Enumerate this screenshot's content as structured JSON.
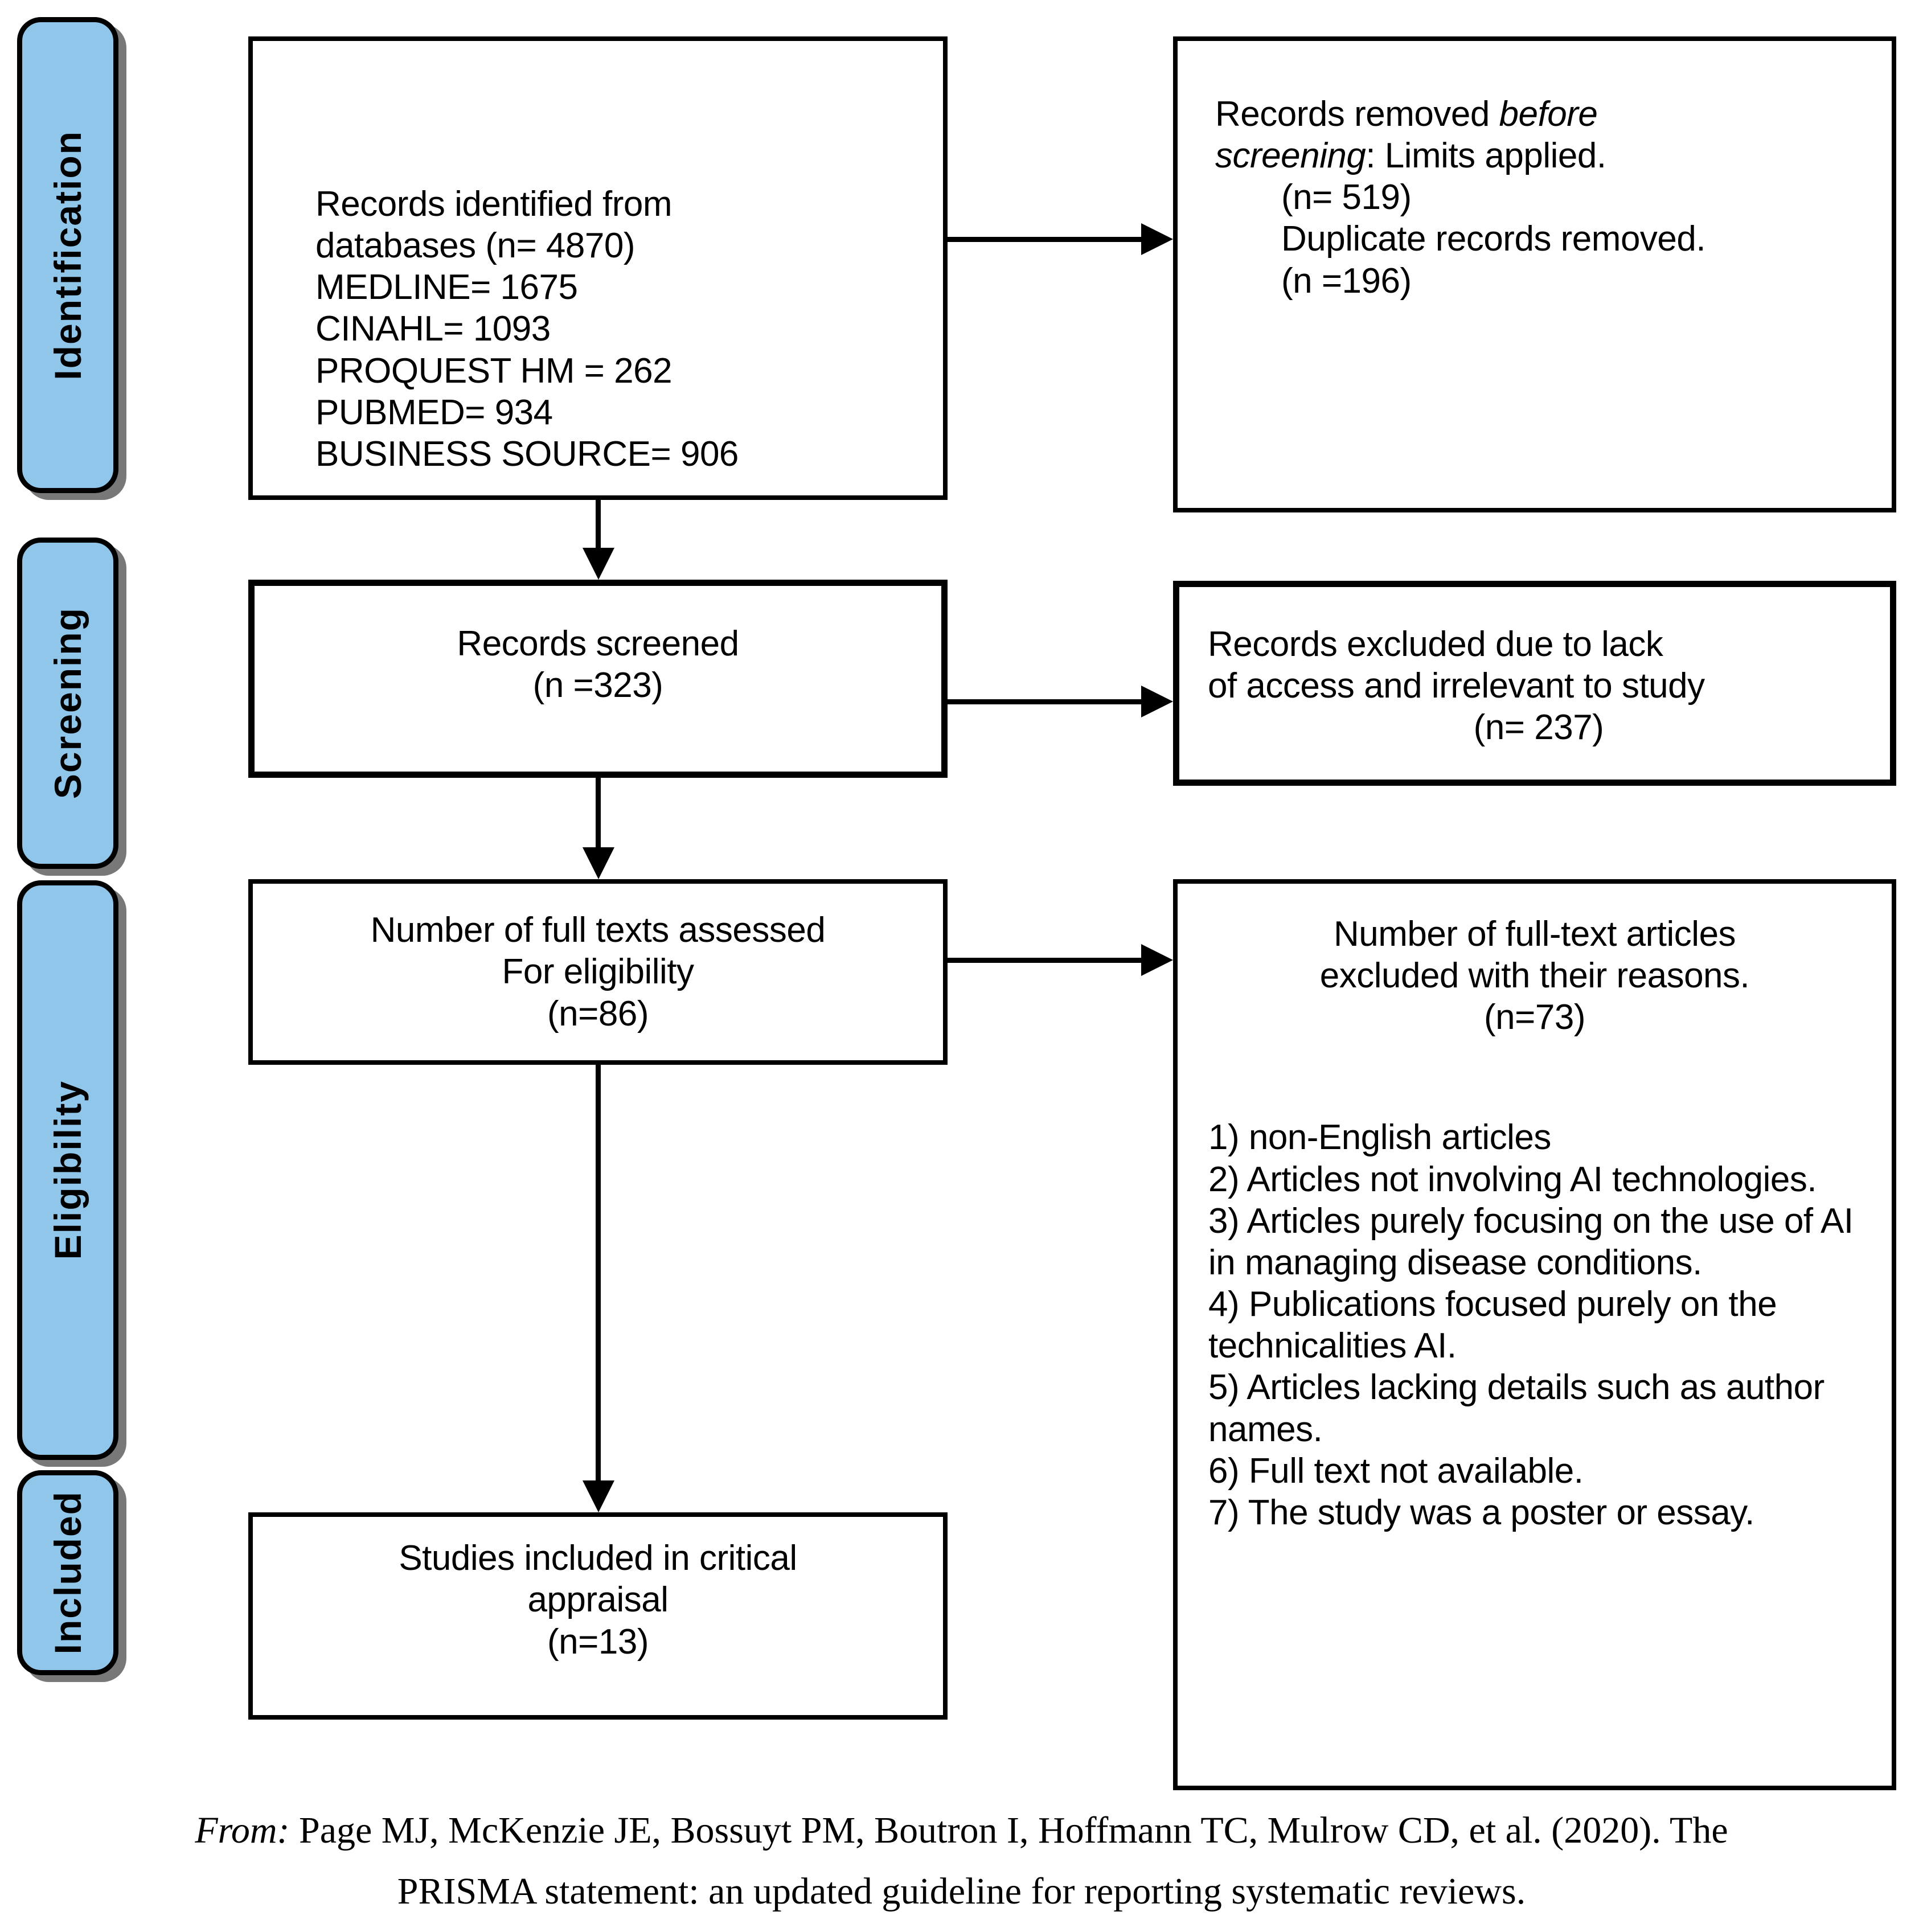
{
  "diagram": {
    "colors": {
      "stage_fill": "#8FC6EA",
      "line": "#000000",
      "background": "#FFFFFF"
    },
    "stages": [
      {
        "label": "Identification"
      },
      {
        "label": "Screening"
      },
      {
        "label": "Eligibility"
      },
      {
        "label": "Included"
      }
    ],
    "identification_box": {
      "lines": [
        "Records identified from",
        "databases (n= 4870)",
        "MEDLINE= 1675",
        "CINAHL= 1093",
        "PROQUEST HM = 262",
        "PUBMED= 934",
        "BUSINESS SOURCE= 906"
      ]
    },
    "removed_box": {
      "line1_normal": "Records removed ",
      "line1_italic": "before",
      "line2_italic": "screening",
      "line2_normal": ": Limits applied.",
      "count1": "(n= 519)",
      "duplicate_line": "Duplicate records removed.",
      "count2": "(n =196)"
    },
    "screened_box": {
      "title": "Records screened",
      "count": "(n =323)"
    },
    "excluded_box": {
      "line1": "Records excluded due to lack",
      "line2": "of access and irrelevant to study",
      "count": "(n= 237)"
    },
    "fulltext_box": {
      "line1": "Number of full texts assessed",
      "line2": "For eligibility",
      "count": "(n=86)"
    },
    "reasons_box": {
      "line1": "Number of full-text articles",
      "line2": "excluded with their reasons.",
      "count": "(n=73)",
      "reasons": [
        "1) non-English articles",
        "2) Articles not involving AI technologies.",
        "3) Articles purely focusing on the use of AI in managing disease conditions.",
        "4) Publications focused purely on the technicalities AI.",
        "5) Articles lacking details such as author names.",
        "6) Full text not available.",
        "7) The study was a poster or essay."
      ]
    },
    "included_box": {
      "line1": "Studies included in critical",
      "line2": "appraisal",
      "count": "(n=13)"
    },
    "footer": {
      "from_label": "From:",
      "line1_rest": " Page MJ, McKenzie JE, Bossuyt PM, Boutron I, Hoffmann TC, Mulrow CD, et al. (2020). The",
      "line2": "PRISMA statement: an updated guideline for reporting systematic reviews."
    }
  }
}
